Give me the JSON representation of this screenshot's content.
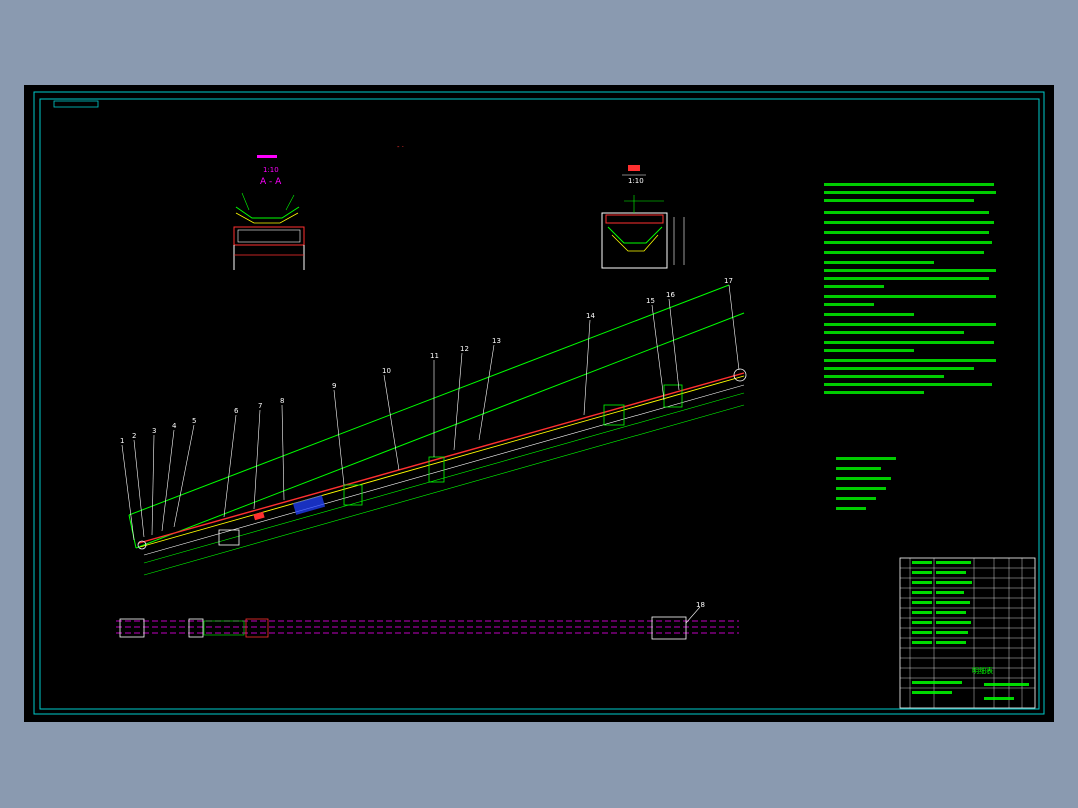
{
  "drawing": {
    "section_label": "A - A",
    "notes_heading": "技术要求",
    "parts_list_label": "明细表",
    "part_numbers": [
      "1",
      "2",
      "3",
      "4",
      "5",
      "6",
      "7",
      "8",
      "9",
      "10",
      "11",
      "12",
      "13",
      "14",
      "15",
      "16",
      "17",
      "18"
    ]
  },
  "colors": {
    "background": "#000000",
    "frame": "#00cccc",
    "structure": "#00ff00",
    "belt": "#ff3030",
    "belt_inner": "#ffff00",
    "accent": "#ff00ff",
    "detail": "#ffffff"
  }
}
